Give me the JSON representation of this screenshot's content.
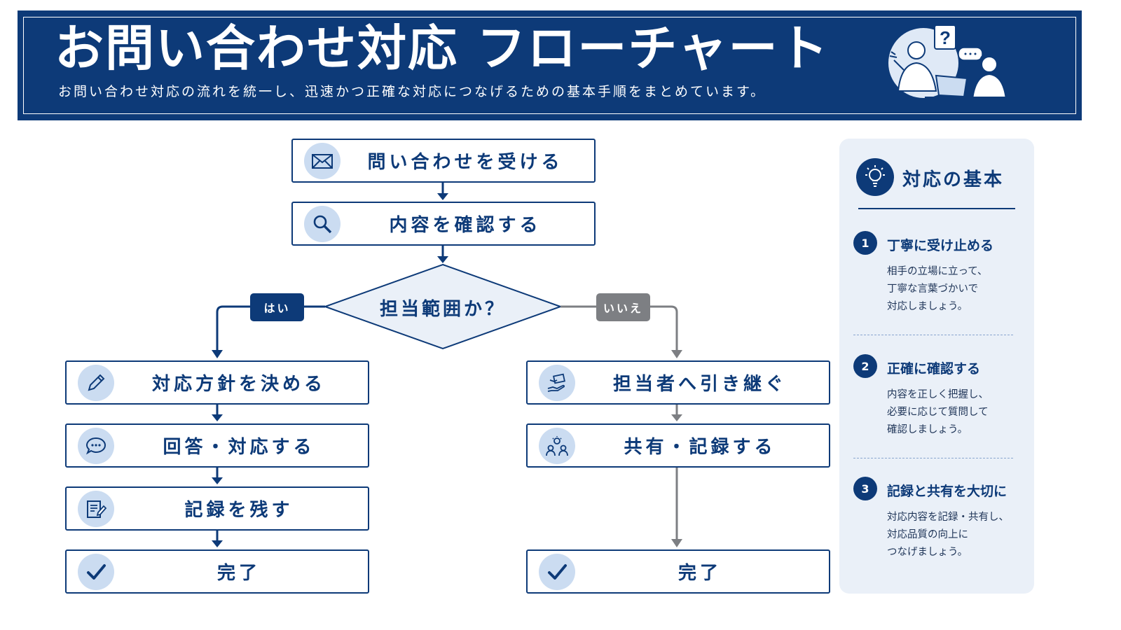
{
  "header": {
    "title": "お問い合わせ対応 フローチャート",
    "subtitle": "お問い合わせ対応の流れを統一し、迅速かつ正確な対応につなげるための基本手順をまとめています。"
  },
  "flow": {
    "start": {
      "label": "問い合わせを受ける",
      "icon": "envelope-icon"
    },
    "check": {
      "label": "内容を確認する",
      "icon": "magnifier-icon"
    },
    "decision": {
      "label": "担当範囲か？"
    },
    "yes_label": "はい",
    "no_label": "いいえ",
    "yes_steps": [
      {
        "label": "対応方針を決める",
        "icon": "pencil-icon"
      },
      {
        "label": "回答・対応する",
        "icon": "chat-bubble-icon"
      },
      {
        "label": "記録を残す",
        "icon": "document-edit-icon"
      },
      {
        "label": "完了",
        "icon": "check-icon"
      }
    ],
    "no_steps": [
      {
        "label": "担当者へ引き継ぐ",
        "icon": "handover-icon"
      },
      {
        "label": "共有・記録する",
        "icon": "team-share-icon"
      },
      {
        "label": "完了",
        "icon": "check-icon"
      }
    ],
    "colors": {
      "primary": "#0d3a78",
      "gray": "#7d7f83",
      "icon_bg": "#cbdcf1"
    }
  },
  "panel": {
    "title": "対応の基本",
    "icon": "lightbulb-icon",
    "tips": [
      {
        "num": "1",
        "heading": "丁寧に受け止める",
        "lines": [
          "相手の立場に立って、",
          "丁寧な言葉づかいで",
          "対応しましょう。"
        ]
      },
      {
        "num": "2",
        "heading": "正確に確認する",
        "lines": [
          "内容を正しく把握し、",
          "必要に応じて質問して",
          "確認しましょう。"
        ]
      },
      {
        "num": "3",
        "heading": "記録と共有を大切に",
        "lines": [
          "対応内容を記録・共有し、",
          "対応品質の向上に",
          "つなげましょう。"
        ]
      }
    ]
  }
}
